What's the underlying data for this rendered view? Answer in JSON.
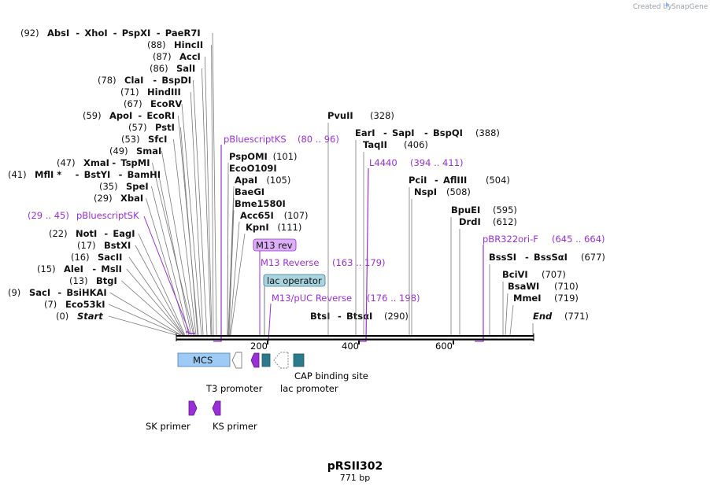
{
  "credit": "Created by",
  "brand": "SnapGene",
  "brand_icon": "snapgene-logo-icon",
  "title": "pRSII302",
  "subtitle": "771 bp",
  "colors": {
    "primer": "#9a2fd8",
    "backbone": "#000000",
    "mcs": "#9ecbf5",
    "promoter_outline": "#7f7f7f",
    "feature_teal": "#2b7b8c",
    "rev_badge": "#dcb0f7",
    "lac_badge": "#a9d4de"
  },
  "axis_ticks": [
    "200",
    "400",
    "600"
  ],
  "site_rows": [
    {
      "pos": "(92)",
      "names": [
        "AbsI",
        "XhoI",
        "PspXI",
        "PaeR7I"
      ]
    },
    {
      "pos": "(88)",
      "names": [
        "HincII"
      ]
    },
    {
      "pos": "(87)",
      "names": [
        "AccI"
      ]
    },
    {
      "pos": "(86)",
      "names": [
        "SalI"
      ]
    },
    {
      "pos": "(78)",
      "names": [
        "ClaI",
        "BspDI"
      ]
    },
    {
      "pos": "(71)",
      "names": [
        "HindIII"
      ]
    },
    {
      "pos": "(67)",
      "names": [
        "EcoRV"
      ]
    },
    {
      "pos": "(59)",
      "names": [
        "ApoI",
        "EcoRI"
      ]
    },
    {
      "pos": "(57)",
      "names": [
        "PstI"
      ]
    },
    {
      "pos": "(53)",
      "names": [
        "SfcI"
      ]
    },
    {
      "pos": "(49)",
      "names": [
        "SmaI"
      ]
    },
    {
      "pos": "(47)",
      "names": [
        "XmaI",
        "TspMI"
      ]
    },
    {
      "pos": "(41)",
      "names": [
        "MflI *",
        "BstYI",
        "BamHI"
      ]
    },
    {
      "pos": "(35)",
      "names": [
        "SpeI"
      ]
    },
    {
      "pos": "(29)",
      "names": [
        "XbaI"
      ]
    },
    {
      "pos": "(22)",
      "names": [
        "NotI",
        "EagI"
      ]
    },
    {
      "pos": "(17)",
      "names": [
        "BstXI"
      ]
    },
    {
      "pos": "(16)",
      "names": [
        "SacII"
      ]
    },
    {
      "pos": "(15)",
      "names": [
        "AleI",
        "MslI"
      ]
    },
    {
      "pos": "(13)",
      "names": [
        "BtgI"
      ]
    },
    {
      "pos": "(9)",
      "names": [
        "SacI",
        "BsiHKAI"
      ]
    },
    {
      "pos": "(7)",
      "names": [
        "Eco53kI"
      ]
    },
    {
      "pos": "(0)",
      "names": [
        "Start"
      ]
    }
  ],
  "sk_primer_label": {
    "name": "pBluescriptSK",
    "range": "(29 .. 45)"
  },
  "ks_primer_label": {
    "name": "pBluescriptKS",
    "range": "(80 .. 96)"
  },
  "mid_sites": [
    {
      "name": "PspOMI",
      "pos": "(101)"
    },
    {
      "name": "EcoO109I",
      "pos": ""
    },
    {
      "name": "ApaI",
      "pos": "(105)"
    },
    {
      "name": "BaeGI",
      "pos": ""
    },
    {
      "name": "Bme1580I",
      "pos": ""
    },
    {
      "name": "Acc65I",
      "pos": "(107)"
    },
    {
      "name": "KpnI",
      "pos": "(111)"
    }
  ],
  "m13rev_badge": "M13 rev",
  "m13_reverse": {
    "name": "M13 Reverse",
    "range": "(163 .. 179)"
  },
  "lac_operator_badge": "lac operator",
  "m13_puc": {
    "name": "M13/pUC Reverse",
    "range": "(176 .. 198)"
  },
  "btsi": {
    "names": [
      "BtsI",
      "BtsαI"
    ],
    "pos": "(290)"
  },
  "pvuii": {
    "name": "PvuII",
    "pos": "(328)"
  },
  "eari": {
    "names": [
      "EarI",
      "SapI",
      "BspQI"
    ],
    "pos": "(388)"
  },
  "taqii": {
    "name": "TaqII",
    "pos": "(406)"
  },
  "l4440": {
    "name": "L4440",
    "range": "(394 .. 411)"
  },
  "pcii": {
    "names": [
      "PciI",
      "AflIII"
    ],
    "pos": "(504)"
  },
  "nspi": {
    "name": "NspI",
    "pos": "(508)"
  },
  "bpuei": {
    "name": "BpuEI",
    "pos": "(595)"
  },
  "drdi": {
    "name": "DrdI",
    "pos": "(612)"
  },
  "pbr": {
    "name": "pBR322ori-F",
    "range": "(645 .. 664)"
  },
  "bsssi": {
    "names": [
      "BssSI",
      "BssSαI"
    ],
    "pos": "(677)"
  },
  "bcivi": {
    "name": "BciVI",
    "pos": "(707)"
  },
  "bsawi": {
    "name": "BsaWI",
    "pos": "(710)"
  },
  "mmei": {
    "name": "MmeI",
    "pos": "(719)"
  },
  "end_site": {
    "name": "End",
    "pos": "(771)"
  },
  "features": {
    "mcs": "MCS",
    "t3_promoter": "T3 promoter",
    "lac_promoter": "lac promoter",
    "cap_site": "CAP binding site",
    "sk_primer": "SK primer",
    "ks_primer": "KS primer"
  }
}
